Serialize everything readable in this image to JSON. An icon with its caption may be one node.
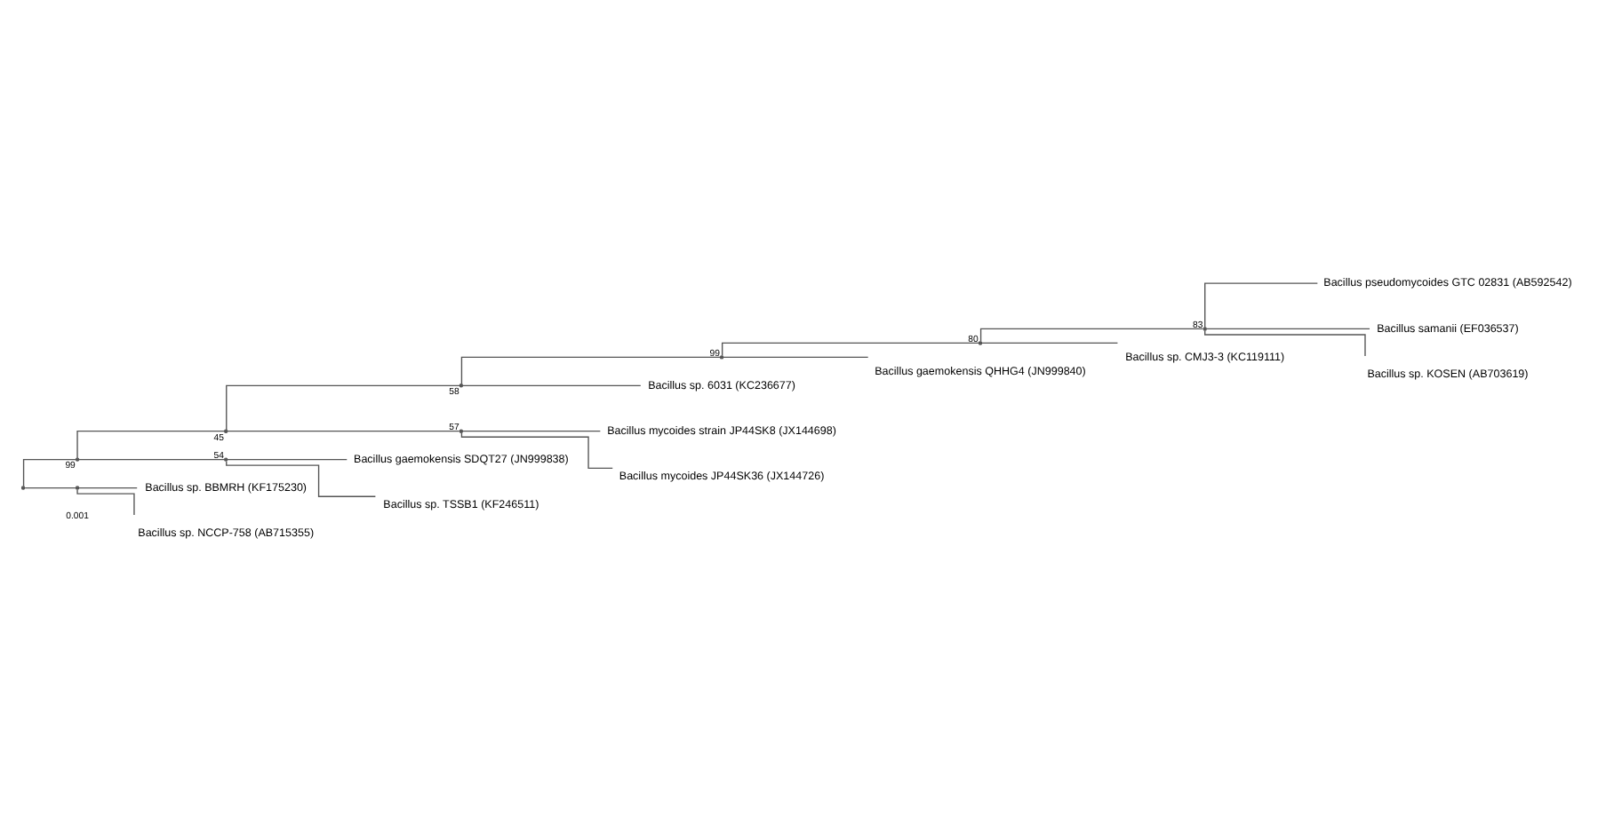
{
  "diagram": {
    "nodes": [
      {
        "text": [],
        "shape": "point"
      },
      {
        "text": [],
        "shape": "point",
        "beside": [
          "99"
        ]
      },
      {
        "text": [],
        "shape": "point",
        "beside": [
          "45"
        ]
      },
      {
        "text": [],
        "shape": "point",
        "beside": [
          "58"
        ]
      },
      {
        "text": [],
        "shape": "point",
        "beside": [
          "99"
        ]
      },
      {
        "text": [],
        "shape": "point",
        "beside": [
          "80"
        ]
      },
      {
        "text": [],
        "shape": "point",
        "beside": [
          "83"
        ]
      },
      {
        "text": [
          "Bacillus pseudomycoides GTC 02831 (AB592542)"
        ]
      },
      {
        "text": [
          "Bacillus samanii (EF036537)"
        ]
      },
      {
        "text": [
          "Bacillus sp. KOSEN (AB703619)"
        ]
      },
      {
        "text": [
          "Bacillus sp. CMJ3-3 (KC119111)"
        ]
      },
      {
        "text": [
          "Bacillus gaemokensis QHHG4 (JN999840)"
        ]
      },
      {
        "text": [
          "Bacillus sp. 6031 (KC236677)"
        ]
      },
      {
        "text": [],
        "shape": "point",
        "beside": [
          "57"
        ]
      },
      {
        "text": [
          "Bacillus mycoides strain JP44SK8 (JX144698)"
        ]
      },
      {
        "text": [
          "Bacillus mycoides JP44SK36 (JX144726)"
        ]
      },
      {
        "text": [],
        "shape": "point",
        "beside": [
          "54"
        ]
      },
      {
        "text": [
          "Bacillus gaemokensis SDQT27 (JN999838)"
        ]
      },
      {
        "text": [
          "Bacillus sp. TSSB1 (KF246511)"
        ]
      },
      {
        "text": [],
        "shape": "point"
      },
      {
        "text": [
          "Bacillus sp. BBMRH (KF175230)"
        ]
      },
      {
        "text": [
          "Bacillus sp. NCCP-758 (AB715355)"
        ]
      }
    ],
    "edges": [
      {
        "from": 0,
        "to": 1,
        "arrow": "none"
      },
      {
        "from": 1,
        "to": 2,
        "arrow": "none"
      },
      {
        "from": 2,
        "to": 3,
        "arrow": "none"
      },
      {
        "from": 3,
        "to": 4,
        "arrow": "none"
      },
      {
        "from": 4,
        "to": 5,
        "arrow": "none"
      },
      {
        "from": 5,
        "to": 6,
        "arrow": "none"
      },
      {
        "from": 6,
        "to": 7,
        "arrow": "none"
      },
      {
        "from": 6,
        "to": 8,
        "arrow": "none"
      },
      {
        "from": 6,
        "to": 9,
        "arrow": "none"
      },
      {
        "from": 5,
        "to": 10,
        "arrow": "none"
      },
      {
        "from": 4,
        "to": 11,
        "arrow": "none"
      },
      {
        "from": 3,
        "to": 12,
        "arrow": "none"
      },
      {
        "from": 2,
        "to": 13,
        "arrow": "none"
      },
      {
        "from": 13,
        "to": 14,
        "arrow": "none"
      },
      {
        "from": 13,
        "to": 15,
        "arrow": "none"
      },
      {
        "from": 1,
        "to": 16,
        "arrow": "none"
      },
      {
        "from": 16,
        "to": 17,
        "arrow": "none"
      },
      {
        "from": 16,
        "to": 18,
        "arrow": "none"
      },
      {
        "from": 0,
        "to": 19,
        "arrow": "none"
      },
      {
        "from": 19,
        "to": 20,
        "arrow": "none"
      },
      {
        "from": 19,
        "to": 21,
        "arrow": "none"
      }
    ],
    "labels": [
      "0.001"
    ]
  }
}
